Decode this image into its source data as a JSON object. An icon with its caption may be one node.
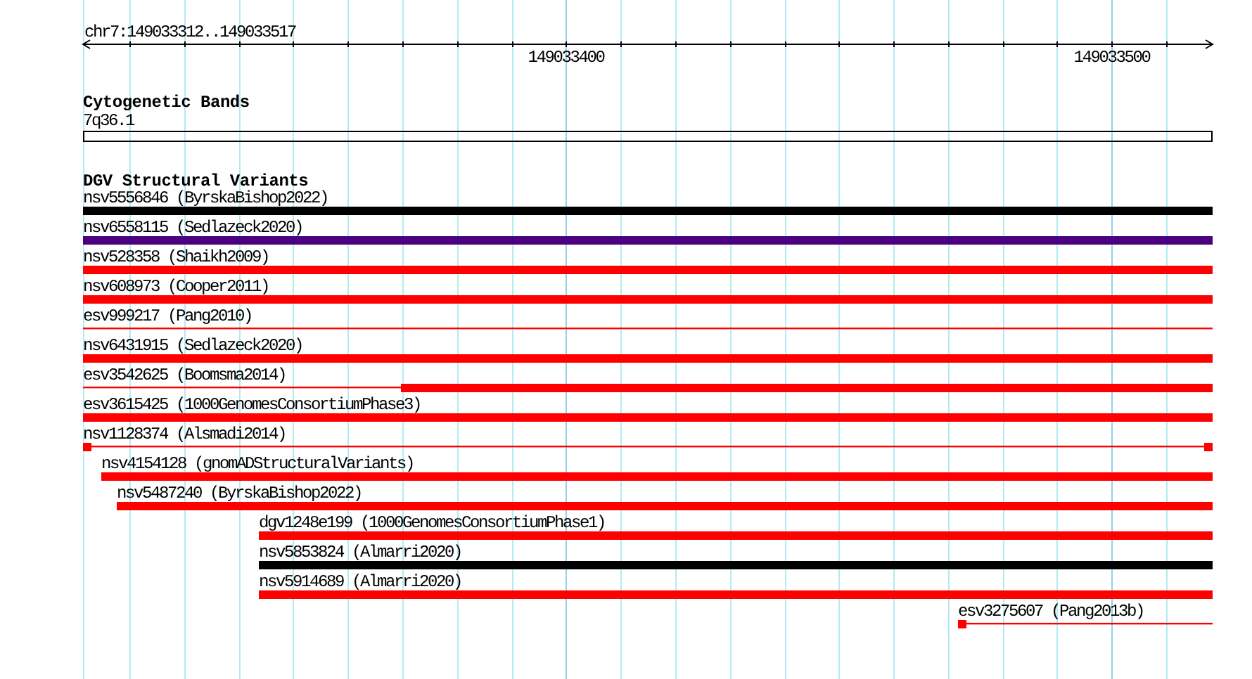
{
  "diagram": {
    "nodes": [
      {
        "text": [
          "7q36.1"
        ]
      },
      {
        "text": [
          "nsv5556846 (ByrskaBishop2022)"
        ]
      },
      {
        "text": [
          "nsv6558115 (Sedlazeck2020)"
        ]
      },
      {
        "text": [
          "nsv528358 (Shaikh2009)"
        ]
      },
      {
        "text": [
          "nsv608973 (Cooper2011)"
        ]
      },
      {
        "text": [
          "esv999217 (Pang2010)"
        ]
      },
      {
        "text": [
          "nsv6431915 (Sedlazeck2020)"
        ]
      },
      {
        "text": [
          "esv3542625 (Boomsma2014)"
        ]
      },
      {
        "text": [
          "esv3615425 (1000GenomesConsortiumPhase3)"
        ]
      },
      {
        "text": [
          "nsv1128374 (Alsmadi2014)"
        ]
      },
      {
        "text": [
          "nsv4154128 (gnomADStructuralVariants)"
        ]
      },
      {
        "text": [
          "nsv5487240 (ByrskaBishop2022)"
        ]
      },
      {
        "text": [
          "dgv1248e199 (1000GenomesConsortiumPhase1)"
        ]
      },
      {
        "text": [
          "nsv5853824 (Almarri2020)"
        ]
      },
      {
        "text": [
          "nsv5914689 (Almarri2020)"
        ]
      },
      {
        "text": [
          "esv3275607 (Pang2013b)"
        ]
      }
    ],
    "labels": [
      "chr7:149033312..149033517",
      "149033400",
      "149033500",
      "Cytogenetic Bands",
      "DGV Structural Variants"
    ]
  }
}
